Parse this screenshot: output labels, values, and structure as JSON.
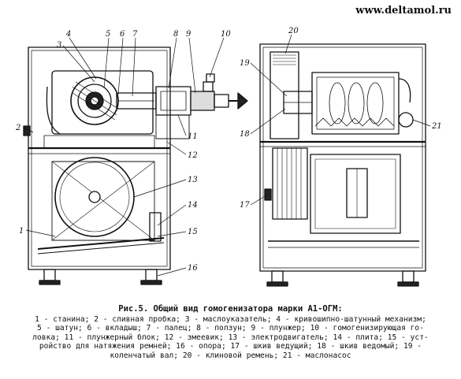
{
  "site": "www.deltamol.ru",
  "callouts": [
    "1",
    "2",
    "3",
    "4",
    "5",
    "6",
    "7",
    "8",
    "9",
    "10",
    "11",
    "12",
    "13",
    "14",
    "15",
    "16",
    "17",
    "18",
    "19",
    "20",
    "21"
  ],
  "caption": {
    "title": "Рис.5. Общий вид гомогенизатора марки А1-ОГМ:",
    "lines": [
      "1 - станина; 2 - сливная пробка; 3 - маслоуказатель; 4 - кривошипно-шатунный механизм;",
      "5 - шатун; 6 - вкладыш; 7 - палец; 8 - ползун; 9 - плунжер; 10 - гомогенизирующая го-",
      "ловка; 11 - плунжерный блок; 12 - змеевик; 13 - электродвигатель; 14 - плита; 15 - уст-",
      "ройство для натяжения ремней; 16 - опора; 17 - шкив ведущий; 18 - шкив ведомый; 19 -",
      "коленчатый вал; 20 - клиновой ремень; 21 - маслонасос"
    ]
  }
}
